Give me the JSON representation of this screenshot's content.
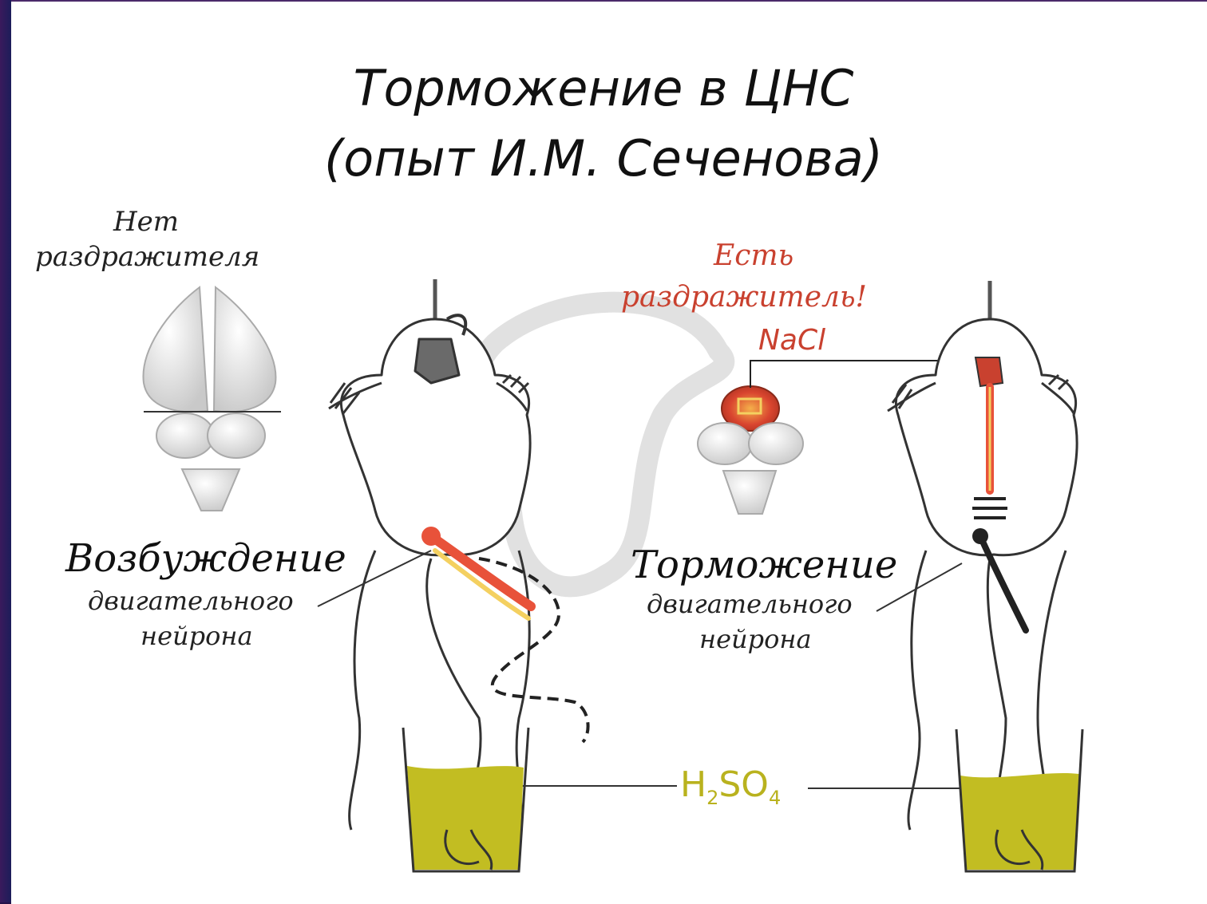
{
  "title": {
    "line1": "Торможение в ЦНС",
    "line2": "(опыт И.М. Сеченова)"
  },
  "left": {
    "stimulus_line1": "Нет",
    "stimulus_line2": "раздражителя",
    "effect_main": "Возбуждение",
    "effect_sub1": "двигательного",
    "effect_sub2": "нейрона"
  },
  "right": {
    "stimulus_line1": "Есть",
    "stimulus_line2": "раздражитель!",
    "stimulus_line3": "NaCl",
    "effect_main": "Торможение",
    "effect_sub1": "двигательного",
    "effect_sub2": "нейрона"
  },
  "acid": {
    "formula_h": "H",
    "formula_2": "2",
    "formula_so": "SO",
    "formula_4": "4"
  },
  "colors": {
    "stimulus_red": "#c9412f",
    "acid_yellow": "#b9b21e",
    "liquid": "#c2bd22",
    "excitation": "#e8523a"
  }
}
